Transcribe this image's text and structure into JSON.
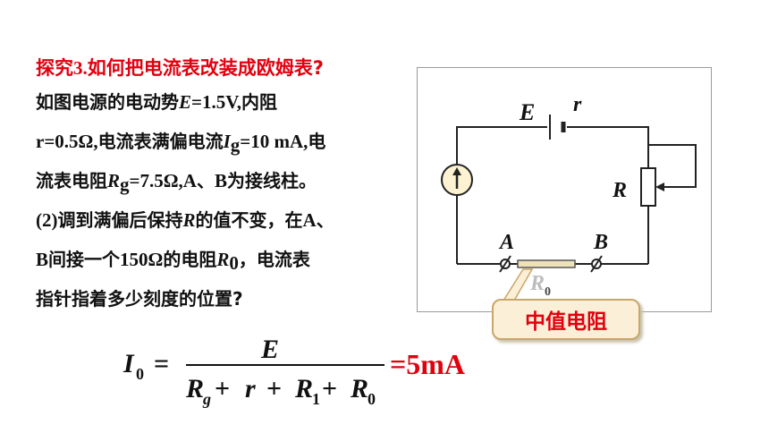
{
  "title": {
    "prefix": "探究",
    "number": "3.",
    "text": "如何把电流表改装成欧姆表?"
  },
  "paragraph": {
    "l1_a": "如图电源的电动势",
    "l1_var": "E",
    "l1_val": "=1.5V,",
    "l1_b": "内阻",
    "l2_val": "r=0.5Ω,",
    "l2_a": "电流表满偏电流",
    "l2_var": "I",
    "l2_sub": "g",
    "l2_val2": "=10 mA,",
    "l2_b": "电",
    "l3_a": "流表电阻",
    "l3_var": "R",
    "l3_sub": "g",
    "l3_val": "=7.5Ω,A",
    "l3_b": "、",
    "l3_c": "B",
    "l3_d": "为接线柱。",
    "l4_num": "(2)",
    "l4_a": "调到满偏后保持",
    "l4_var": "R",
    "l4_b": "的值不变，在",
    "l4_c": "A",
    "l4_d": "、",
    "l5_a": "B",
    "l5_b": "间接一个",
    "l5_val": "150Ω",
    "l5_c": "的电阻",
    "l5_var": "R",
    "l5_sub": "0",
    "l5_d": "，电流表",
    "l6": "指针指着多少刻度的位置?"
  },
  "circuit": {
    "emf_label": "E",
    "internal_label": "r",
    "rheostat_label": "R",
    "terminal_a": "A",
    "terminal_b": "B",
    "r0_label": "R",
    "r0_sub": "0",
    "meter_symbol": "↑"
  },
  "callout": {
    "text": "中值电阻"
  },
  "formula": {
    "lhs": "I",
    "lhs_sub": "0",
    "eq": "=",
    "numerator": "E",
    "den_rg": "R",
    "den_rg_sub": "g",
    "den_plus1": "+",
    "den_r": "r",
    "den_plus2": "+",
    "den_r1": "R",
    "den_r1_sub": "1",
    "den_plus3": "+",
    "den_r0": "R",
    "den_r0_sub": "0",
    "result": "=5mA"
  },
  "colors": {
    "accent": "#e2000f",
    "text": "#111111",
    "callout_bg": "#fbf0d7",
    "meter_fill": "#fdf3d3"
  }
}
